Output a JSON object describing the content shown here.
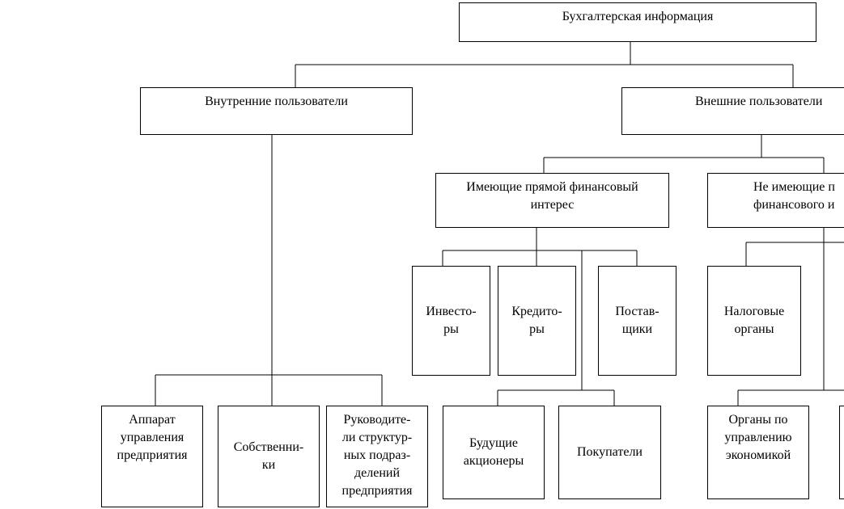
{
  "diagram": {
    "root": "Бухгалтерская  информация",
    "internal_users": "Внутренние пользователи",
    "external_users": "Внешние пользователи",
    "direct_interest": "Имеющие прямой финансовый\nинтерес",
    "no_direct_interest": "Не имеющие п\nфинансового и",
    "investors": "Инвесто-\nры",
    "creditors": "Кредито-\nры",
    "suppliers": "Постав-\nщики",
    "tax_authorities": "Налоговые\nорганы",
    "management_apparatus": "Аппарат\nуправления\nпредприятия",
    "owners": "Собственни-\nки",
    "department_heads": "Руководите-\nли структур-\nных подраз-\nделений\nпредприятия",
    "future_shareholders": "Будущие\nакционеры",
    "buyers": "Покупатели",
    "economic_bodies": "Органы по\nуправлению\nэкономикой"
  }
}
